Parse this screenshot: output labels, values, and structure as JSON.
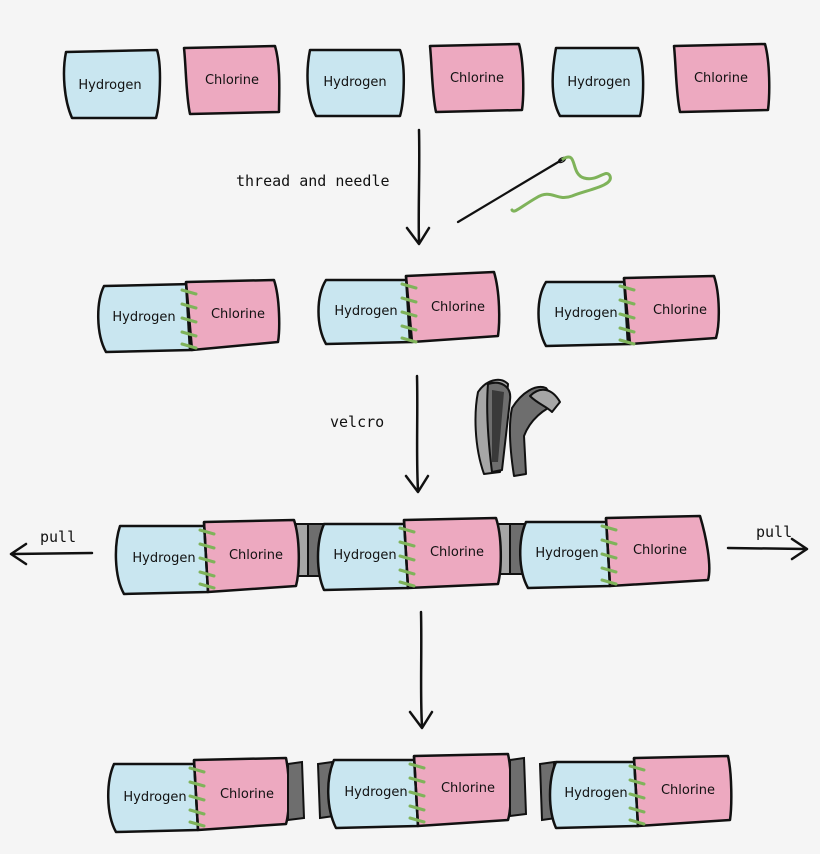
{
  "labels": {
    "hydrogen": "Hydrogen",
    "chlorine": "Chlorine"
  },
  "captions": {
    "thread": "thread and needle",
    "velcro": "velcro",
    "pull": "pull"
  },
  "colors": {
    "background": "#f5f5f5",
    "hydrogen": "#c9e6f0",
    "chlorine": "#eda9c0",
    "stitch": "#7fb35a",
    "velcro_light": "#a6a6a6",
    "velcro_dark": "#6e6e6e",
    "outline": "#111111"
  },
  "icons": {
    "needle": "needle-icon",
    "velcro": "velcro-icon",
    "arrow": "arrow-down-icon"
  }
}
